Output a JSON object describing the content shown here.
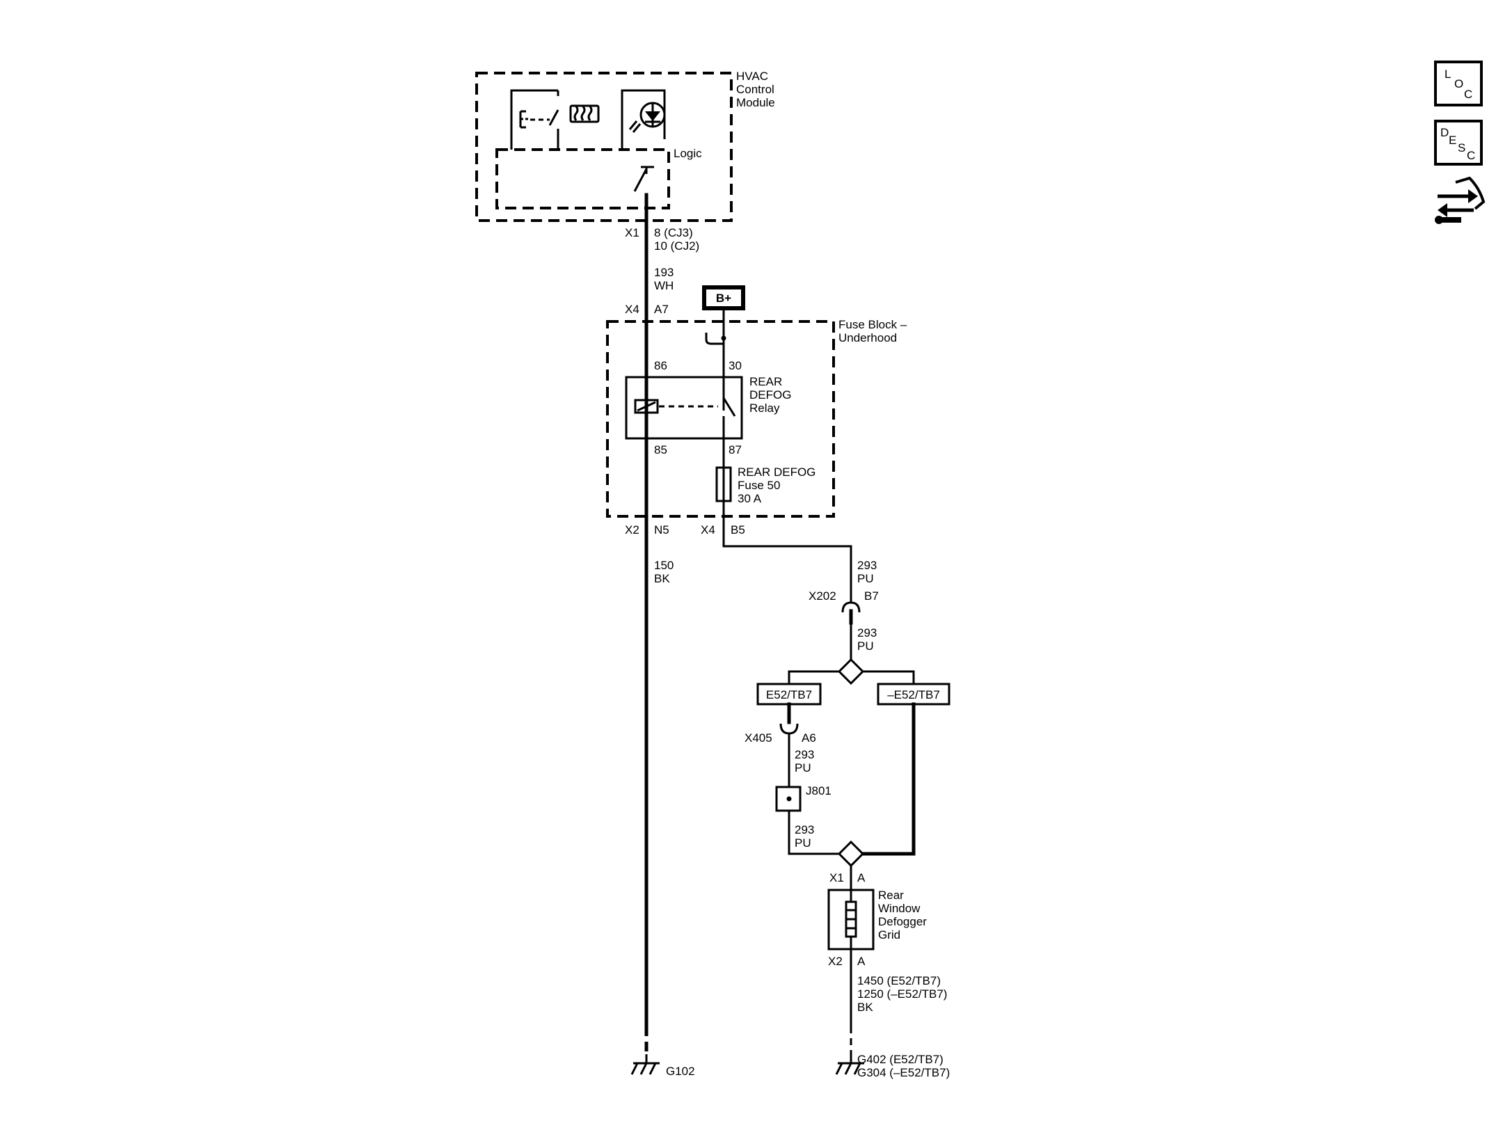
{
  "hvac": {
    "l1": "HVAC",
    "l2": "Control",
    "l3": "Module",
    "logic": "Logic"
  },
  "x1_hvac": {
    "conn": "X1",
    "pin1": "8 (CJ3)",
    "pin2": "10 (CJ2)"
  },
  "w193": {
    "circuit": "193",
    "color": "WH"
  },
  "bplus": "B+",
  "x4_a7": {
    "conn": "X4",
    "pin": "A7"
  },
  "fuse_block": {
    "l1": "Fuse Block –",
    "l2": "Underhood"
  },
  "relay": {
    "p86": "86",
    "p30": "30",
    "p85": "85",
    "p87": "87",
    "l1": "REAR",
    "l2": "DEFOG",
    "l3": "Relay"
  },
  "fuse": {
    "l1": "REAR DEFOG",
    "l2": "Fuse 50",
    "l3": "30 A"
  },
  "x2_n5": {
    "conn": "X2",
    "pin": "N5"
  },
  "x4_b5": {
    "conn": "X4",
    "pin": "B5"
  },
  "w150": {
    "circuit": "150",
    "color": "BK"
  },
  "w293a": {
    "circuit": "293",
    "color": "PU"
  },
  "x202": {
    "conn": "X202",
    "pin": "B7"
  },
  "w293b": {
    "circuit": "293",
    "color": "PU"
  },
  "opt_left": "E52/TB7",
  "opt_right": "–E52/TB7",
  "x405": {
    "conn": "X405",
    "pin": "A6"
  },
  "w293c": {
    "circuit": "293",
    "color": "PU"
  },
  "j801": "J801",
  "w293d": {
    "circuit": "293",
    "color": "PU"
  },
  "x1_grid": {
    "conn": "X1",
    "pin": "A"
  },
  "grid": {
    "l1": "Rear",
    "l2": "Window",
    "l3": "Defogger",
    "l4": "Grid"
  },
  "x2_grid": {
    "conn": "X2",
    "pin": "A"
  },
  "w_ground": {
    "l1": "1450 (E52/TB7)",
    "l2": "1250 (–E52/TB7)",
    "l3": "BK"
  },
  "g102": "G102",
  "g_grid": {
    "l1": "G402 (E52/TB7)",
    "l2": "G304 (–E52/TB7)"
  },
  "nav": {
    "loc": {
      "a": "L",
      "b": "O",
      "c": "C"
    },
    "desc": {
      "a": "D",
      "b": "E",
      "c": "S",
      "d": "C"
    }
  }
}
